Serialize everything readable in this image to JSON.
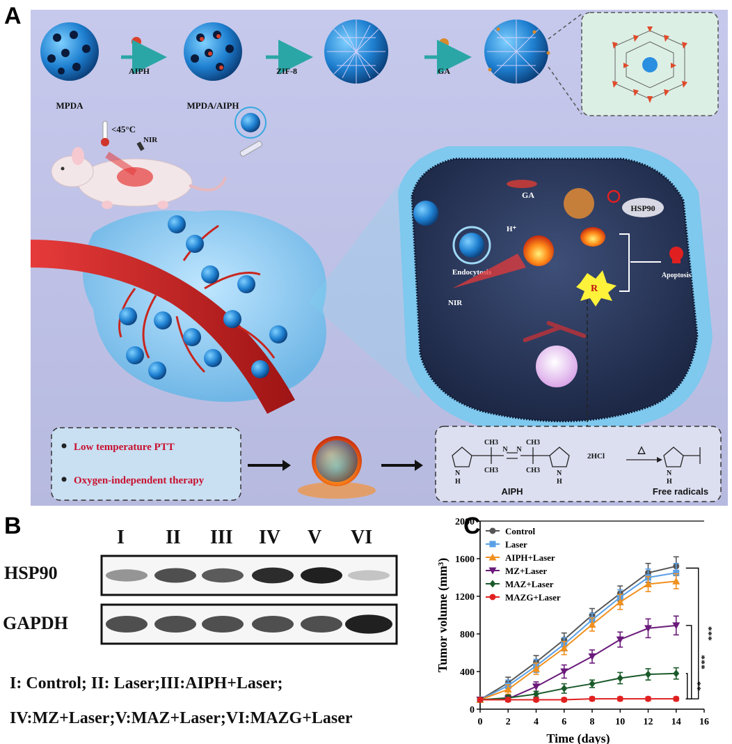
{
  "panels": {
    "a": "A",
    "b": "B",
    "c": "C"
  },
  "schematic": {
    "steps": [
      "MPDA",
      "AIPH",
      "MPDA/AIPH",
      "ZIF-8",
      "GA"
    ],
    "temp": "<45°C",
    "nir": "NIR",
    "cell": {
      "ga": "GA",
      "hsp90": "HSP90",
      "h": "H⁺",
      "endocytosis": "Endocytosis",
      "nir": "NIR",
      "radical": "R",
      "apoptosis": "Apoptosis"
    },
    "box_left": [
      "Low temperature PTT",
      "Oxygen-independent therapy"
    ],
    "box_right": {
      "aiph": "AIPH",
      "free": "Free radicals",
      "hcl": "2HCl",
      "ch3": "CH3",
      "n": "N",
      "h": "H",
      "delta": "△"
    }
  },
  "western": {
    "lanes": [
      "I",
      "II",
      "III",
      "IV",
      "V",
      "VI"
    ],
    "proteins": [
      "HSP90",
      "GAPDH"
    ],
    "hsp90_intensity": [
      0.45,
      0.75,
      0.7,
      0.9,
      0.95,
      0.25
    ],
    "gapdh_intensity": [
      0.75,
      0.75,
      0.75,
      0.75,
      0.75,
      0.95
    ],
    "note_line1": "I: Control; II: Laser;III:AIPH+Laser;",
    "note_line2": "IV:MZ+Laser;V:MAZ+Laser;VI:MAZG+Laser"
  },
  "chart_data": {
    "type": "line",
    "xlabel": "Time (days)",
    "ylabel": "Tumor volume (mm³)",
    "xlim": [
      0,
      16
    ],
    "ylim": [
      0,
      2000
    ],
    "xticks": [
      0,
      2,
      4,
      6,
      8,
      10,
      12,
      14,
      16
    ],
    "yticks": [
      0,
      400,
      800,
      1200,
      1600,
      2000
    ],
    "x": [
      0,
      2,
      4,
      6,
      8,
      10,
      12,
      14
    ],
    "legend_position": "top-left",
    "series": [
      {
        "name": "Control",
        "color": "#555555",
        "marker": "circle",
        "values": [
          100,
          280,
          500,
          740,
          1000,
          1230,
          1450,
          1520
        ],
        "err": [
          20,
          60,
          70,
          70,
          70,
          80,
          100,
          100
        ]
      },
      {
        "name": "Laser",
        "color": "#5aa0e6",
        "marker": "square",
        "values": [
          100,
          250,
          460,
          690,
          950,
          1190,
          1400,
          1450
        ],
        "err": [
          20,
          60,
          70,
          70,
          70,
          80,
          90,
          100
        ]
      },
      {
        "name": "AIPH+Laser",
        "color": "#f0901e",
        "marker": "triangle-up",
        "values": [
          100,
          210,
          430,
          650,
          900,
          1140,
          1330,
          1360
        ],
        "err": [
          20,
          50,
          60,
          70,
          70,
          80,
          80,
          80
        ]
      },
      {
        "name": "MZ+Laser",
        "color": "#6a1a7a",
        "marker": "triangle-down",
        "values": [
          100,
          110,
          240,
          400,
          560,
          740,
          860,
          890
        ],
        "err": [
          20,
          30,
          50,
          70,
          70,
          80,
          100,
          100
        ]
      },
      {
        "name": "MAZ+Laser",
        "color": "#1a5a2a",
        "marker": "diamond",
        "values": [
          100,
          120,
          160,
          220,
          270,
          330,
          370,
          380
        ],
        "err": [
          20,
          30,
          30,
          50,
          40,
          60,
          60,
          60
        ]
      },
      {
        "name": "MAZG+Laser",
        "color": "#e02020",
        "marker": "circle",
        "values": [
          100,
          100,
          100,
          100,
          110,
          110,
          110,
          110
        ],
        "err": [
          10,
          20,
          20,
          20,
          20,
          20,
          20,
          20
        ]
      }
    ],
    "significance": [
      "***",
      "***",
      "**"
    ]
  }
}
